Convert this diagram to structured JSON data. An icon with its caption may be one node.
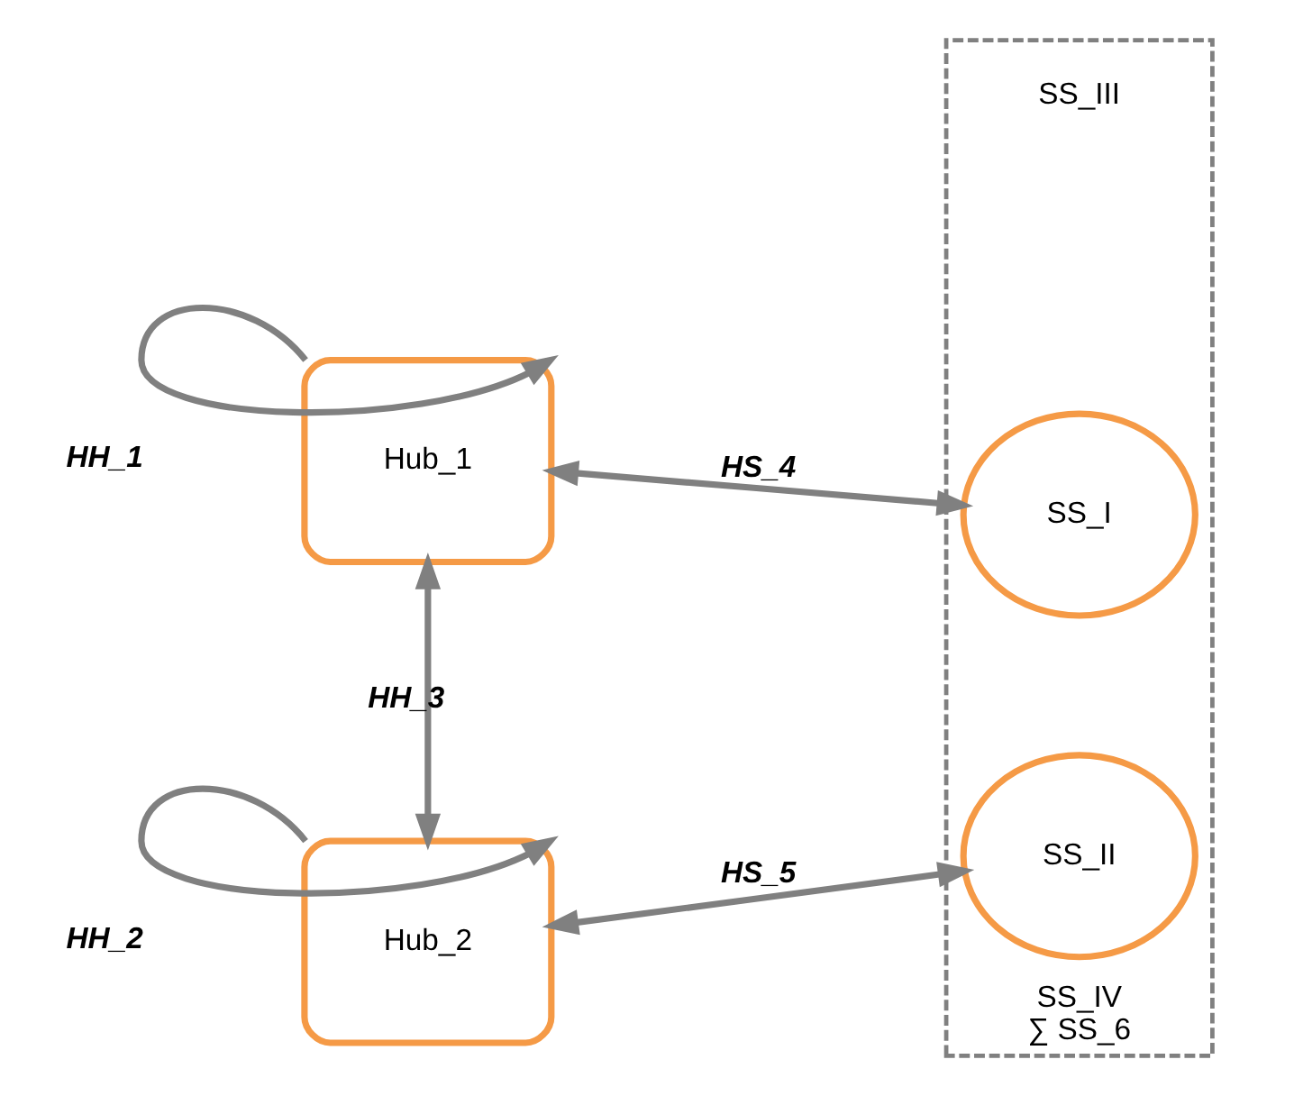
{
  "diagram": {
    "nodes": [
      {
        "text": [
          "Hub_1"
        ]
      },
      {
        "text": [
          "Hub_2"
        ]
      },
      {
        "text": [
          "SS_IV"
        ],
        "beside": [
          "∑ SS_6"
        ]
      },
      {
        "text": [
          "SS_I"
        ],
        "in": 2
      },
      {
        "text": [
          "SS_II"
        ],
        "in": 2
      }
    ],
    "edges": [
      {
        "from": 0,
        "to": 0,
        "arrow": "to",
        "label": "HH_1"
      },
      {
        "from": 1,
        "to": 1,
        "arrow": "to",
        "label": "HH_2"
      },
      {
        "from": 0,
        "to": 1,
        "arrow": "both",
        "label": "HH_3"
      },
      {
        "from": 0,
        "to": 3,
        "arrow": "both",
        "label": "HS_4"
      },
      {
        "from": 1,
        "to": 4,
        "arrow": "both",
        "label": "HS_5"
      }
    ],
    "labels": [
      "SS_III"
    ]
  }
}
